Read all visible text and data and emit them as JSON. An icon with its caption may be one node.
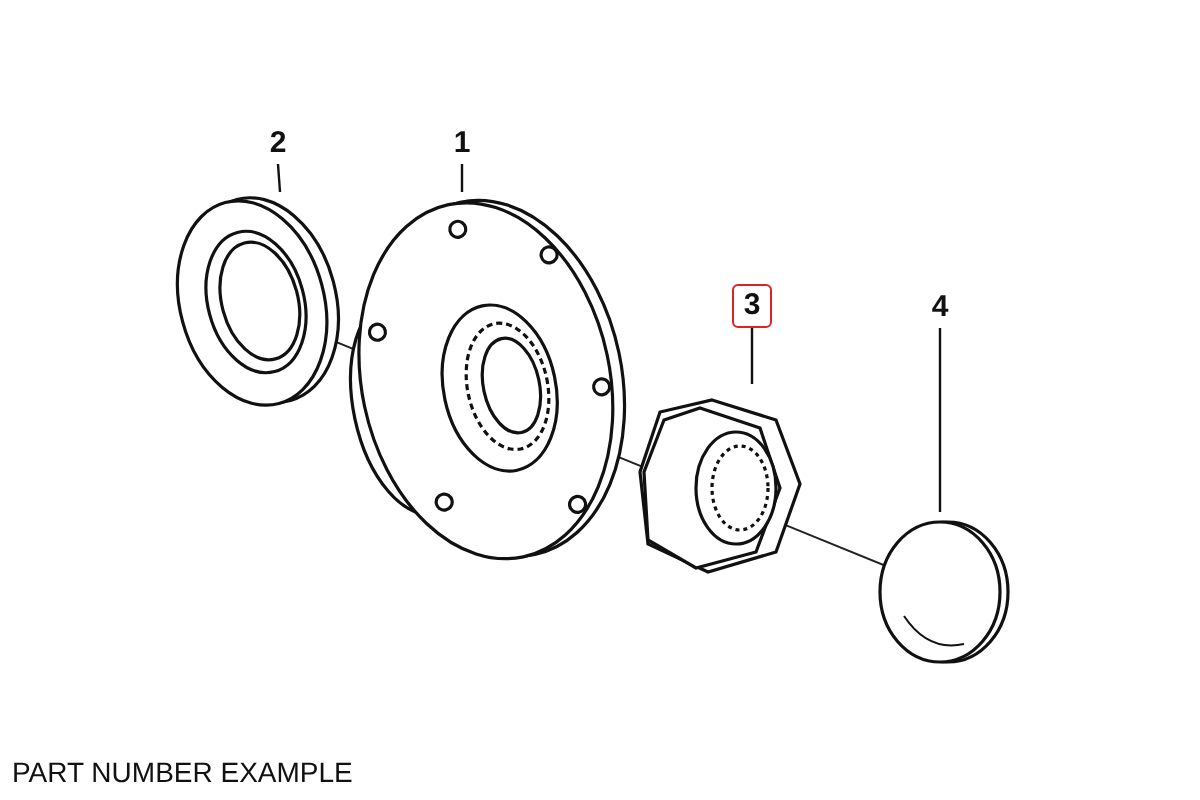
{
  "diagram": {
    "caption": "PART NUMBER EXAMPLE",
    "nodes": [
      {
        "text": [
          "2"
        ]
      },
      {
        "text": [
          "1"
        ]
      },
      {
        "text": [
          "3"
        ]
      },
      {
        "text": [
          "4"
        ]
      },
      {
        "text": [],
        "shape": "picture"
      },
      {
        "text": [],
        "shape": "picture"
      },
      {
        "text": [],
        "shape": "picture"
      },
      {
        "text": [],
        "shape": "picture"
      }
    ],
    "edges": [
      {
        "from": 0,
        "to": 4,
        "arrow": "none"
      },
      {
        "from": 1,
        "to": 5,
        "arrow": "none"
      },
      {
        "from": 2,
        "to": 6,
        "arrow": "none"
      },
      {
        "from": 3,
        "to": 7,
        "arrow": "none"
      }
    ]
  }
}
